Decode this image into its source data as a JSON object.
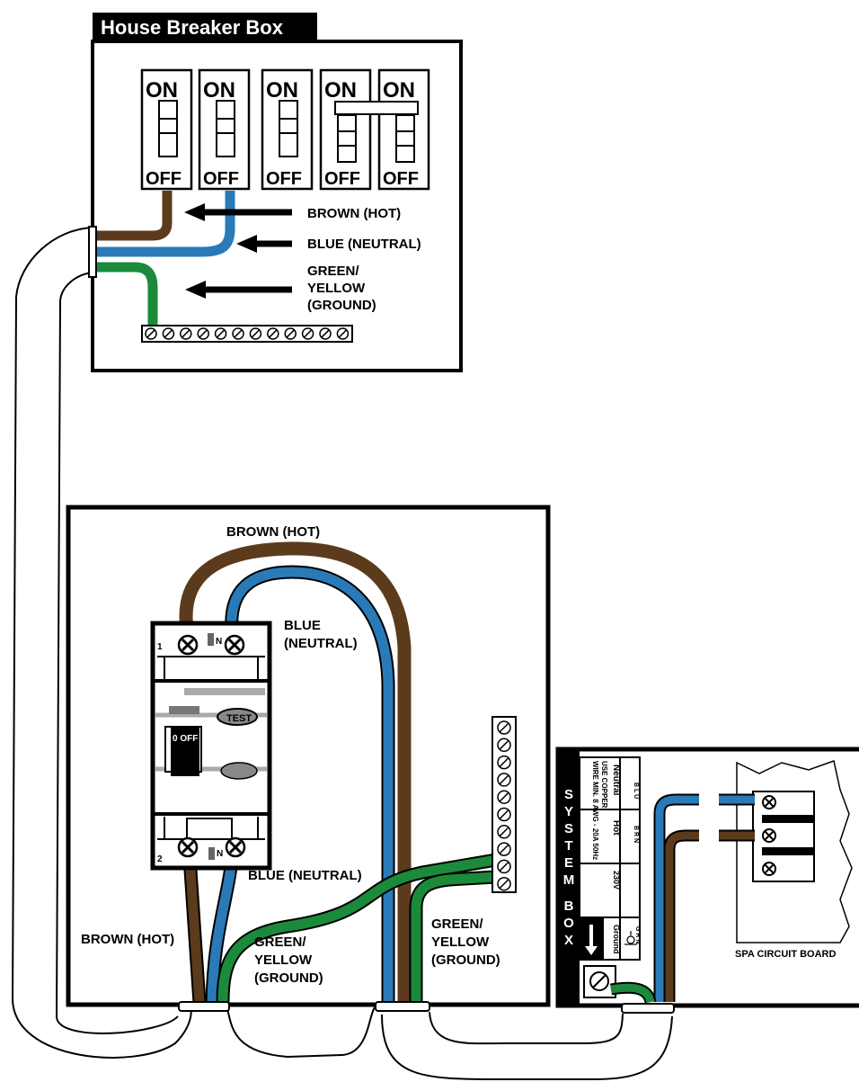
{
  "breaker_box": {
    "title": "House Breaker Box",
    "breakers": [
      {
        "on": "ON",
        "off": "OFF"
      },
      {
        "on": "ON",
        "off": "OFF"
      },
      {
        "on": "ON",
        "off": "OFF"
      },
      {
        "on": "ON",
        "off": "OFF"
      },
      {
        "on": "ON",
        "off": "OFF"
      }
    ],
    "labels": {
      "hot": "BROWN (HOT)",
      "neutral": "BLUE (NEUTRAL)",
      "ground_1": "GREEN/",
      "ground_2": "YELLOW",
      "ground_3": "(GROUND)"
    }
  },
  "gfci_box": {
    "top_hot": "BROWN (HOT)",
    "top_neutral_1": "BLUE",
    "top_neutral_2": "(NEUTRAL)",
    "terminal_1": "1",
    "terminal_2": "2",
    "n_top": "N",
    "n_bottom": "N",
    "test": "TEST",
    "off": "0 OFF",
    "bottom_neutral": "BLUE (NEUTRAL)",
    "bottom_hot": "BROWN (HOT)",
    "ground_left_1": "GREEN/",
    "ground_left_2": "YELLOW",
    "ground_left_3": "(GROUND)",
    "ground_right_1": "GREEN/",
    "ground_right_2": "YELLOW",
    "ground_right_3": "(GROUND)"
  },
  "system_box": {
    "side_label": "SYSTEM BOX",
    "neutral": "Neutral",
    "neutral_code": "B L U",
    "hot": "Hot",
    "hot_code": "B R N",
    "spec_1": "USE COPPER",
    "spec_2": "WIRE MIN. 8 AWG - 20A 50Hz",
    "voltage": "230V",
    "ground": "Ground",
    "ground_code": "G R N",
    "board_label": "SPA CIRCUIT BOARD"
  }
}
